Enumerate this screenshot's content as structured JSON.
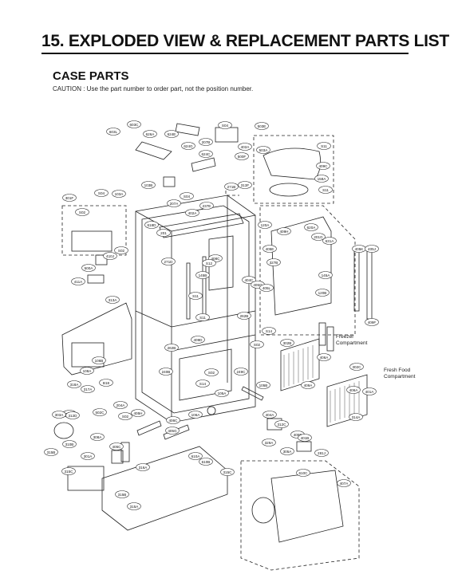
{
  "header": {
    "title": "15. EXPLODED VIEW & REPLACEMENT PARTS LIST",
    "section": "CASE PARTS",
    "caution": "CAUTION : Use the part number to order part, not the position number."
  },
  "diagram": {
    "labels": [
      "603L",
      "603C",
      "626A",
      "624E",
      "S04",
      "503E",
      "207B",
      "402A",
      "624G",
      "624C",
      "500F",
      "503A",
      "S11",
      "103A",
      "S04",
      "103B",
      "271B",
      "409C",
      "158A",
      "S11",
      "313F",
      "S04",
      "207A",
      "402A",
      "237E",
      "301F",
      "S02",
      "618D",
      "201",
      "120A",
      "409H",
      "620A",
      "201G",
      "631A",
      "S02",
      "410J",
      "405K",
      "405J",
      "271D",
      "408C",
      "S12",
      "405E",
      "327B",
      "404C",
      "405G",
      "405L",
      "145A",
      "500A",
      "411A",
      "145B",
      "120B",
      "313A",
      "S11",
      "409D",
      "S11",
      "409F",
      "262B",
      "S14",
      "S02",
      "302B",
      "406A",
      "262B",
      "409A",
      "406A",
      "302C",
      "240B",
      "S02",
      "249C",
      "S14",
      "105B",
      "108A",
      "106B",
      "317A",
      "105A",
      "401A",
      "318A",
      "B18",
      "106A",
      "204A",
      "502C",
      "S02",
      "303A",
      "405H",
      "404A",
      "312C",
      "406C",
      "314A",
      "303A",
      "312D",
      "405G",
      "405F",
      "329A",
      "401B",
      "308A",
      "301A",
      "405C",
      "305A",
      "310B",
      "315B",
      "315C",
      "610A",
      "610B",
      "316A",
      "281J",
      "315B",
      "610C",
      "315A",
      "407A",
      "315C"
    ],
    "callouts": [
      "Freezer Compartment",
      "Fresh Food Compartment"
    ]
  }
}
